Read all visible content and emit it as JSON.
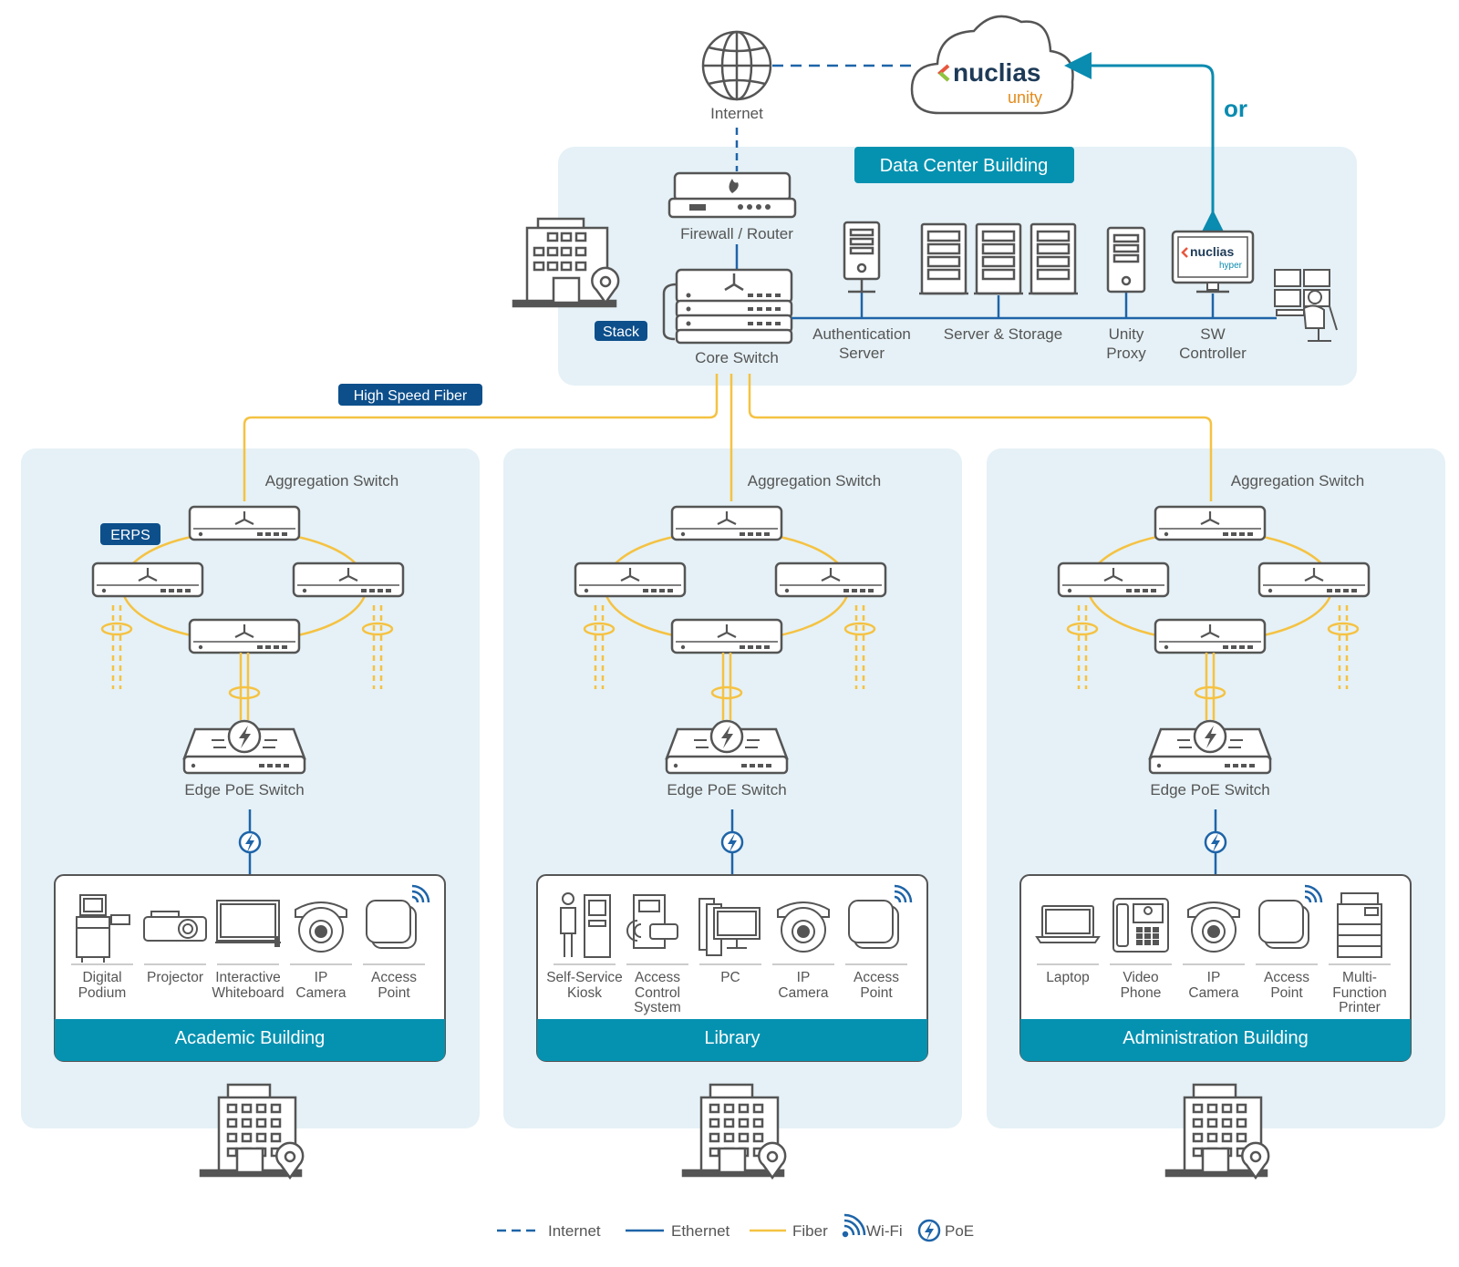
{
  "colors": {
    "panel": "#e5f1f6",
    "teal": "#0592b1",
    "navy": "#0d4f8b",
    "fiber": "#f5c242",
    "ethernet": "#1e64a8",
    "device": "#555555",
    "orange": "#f39c12",
    "arrow": "#0a8bb0"
  },
  "top": {
    "internet": "Internet",
    "cloud_brand": "nuclias",
    "cloud_sub": "unity",
    "or": "or"
  },
  "datacenter": {
    "title": "Data Center Building",
    "firewall": "Firewall / Router",
    "core_switch": "Core Switch",
    "stack": "Stack",
    "auth_line1": "Authentication",
    "auth_line2": "Server",
    "server_storage": "Server & Storage",
    "proxy_line1": "Unity",
    "proxy_line2": "Proxy",
    "sw_line1": "SW",
    "sw_line2": "Controller",
    "hyper_brand": "nuclias",
    "hyper_sub": "hyper"
  },
  "high_speed_fiber": "High Speed Fiber",
  "erps": "ERPS",
  "buildings": [
    {
      "aggregation": "Aggregation Switch",
      "edge": "Edge PoE Switch",
      "name": "Academic Building",
      "devices": [
        {
          "l1": "Digital",
          "l2": "Podium",
          "icon": "podium-icon"
        },
        {
          "l1": "Projector",
          "l2": "",
          "icon": "projector-icon"
        },
        {
          "l1": "Interactive",
          "l2": "Whiteboard",
          "icon": "whiteboard-icon"
        },
        {
          "l1": "IP",
          "l2": "Camera",
          "icon": "camera-icon"
        },
        {
          "l1": "Access",
          "l2": "Point",
          "icon": "access-point-icon"
        }
      ]
    },
    {
      "aggregation": "Aggregation Switch",
      "edge": "Edge PoE Switch",
      "name": "Library",
      "devices": [
        {
          "l1": "Self-Service",
          "l2": "Kiosk",
          "icon": "kiosk-icon"
        },
        {
          "l1": "Access",
          "l2": "Control",
          "l3": "System",
          "icon": "access-control-icon"
        },
        {
          "l1": "PC",
          "l2": "",
          "icon": "pc-icon"
        },
        {
          "l1": "IP",
          "l2": "Camera",
          "icon": "camera-icon"
        },
        {
          "l1": "Access",
          "l2": "Point",
          "icon": "access-point-icon"
        }
      ]
    },
    {
      "aggregation": "Aggregation Switch",
      "edge": "Edge PoE Switch",
      "name": "Administration Building",
      "devices": [
        {
          "l1": "Laptop",
          "l2": "",
          "icon": "laptop-icon"
        },
        {
          "l1": "Video",
          "l2": "Phone",
          "icon": "video-phone-icon"
        },
        {
          "l1": "IP",
          "l2": "Camera",
          "icon": "camera-icon"
        },
        {
          "l1": "Access",
          "l2": "Point",
          "icon": "access-point-icon"
        },
        {
          "l1": "Multi-",
          "l2": "Function",
          "l3": "Printer",
          "icon": "printer-icon"
        }
      ]
    }
  ],
  "legend": {
    "internet": "Internet",
    "ethernet": "Ethernet",
    "fiber": "Fiber",
    "wifi": "Wi-Fi",
    "poe": "PoE"
  }
}
